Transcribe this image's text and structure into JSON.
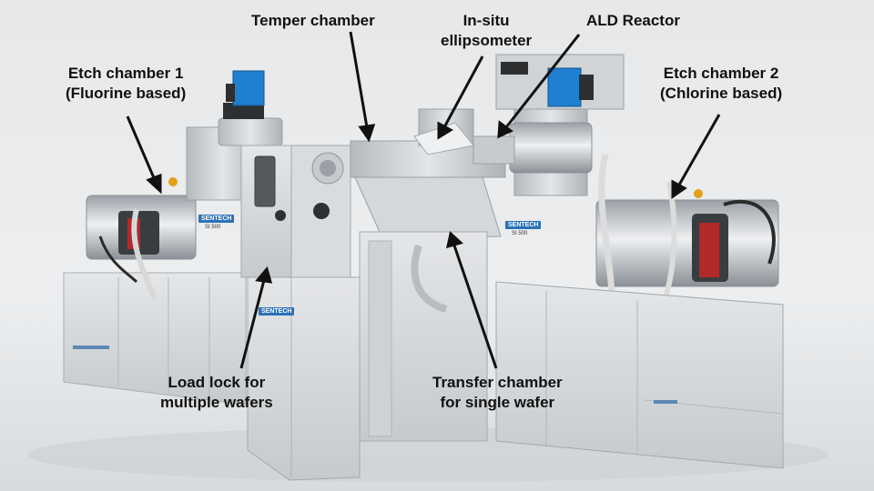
{
  "labels": {
    "etch1": [
      "Etch chamber 1",
      "(Fluorine based)"
    ],
    "temper": [
      "Temper chamber"
    ],
    "insitu": [
      "In-situ",
      "ellipsometer"
    ],
    "ald": [
      "ALD Reactor"
    ],
    "etch2": [
      "Etch chamber 2",
      "(Chlorine based)"
    ],
    "loadlock": [
      "Load lock for",
      "multiple wafers"
    ],
    "transfer": [
      "Transfer chamber",
      "for single wafer"
    ]
  },
  "brand": {
    "name": "SENTECH",
    "model": "SI 500"
  },
  "colors": {
    "background": "#e9ebec",
    "metal": "#c9cdd1",
    "accent_blue": "#2a72b8",
    "camera_blue": "#1f7fd0",
    "label_text": "#111111"
  }
}
